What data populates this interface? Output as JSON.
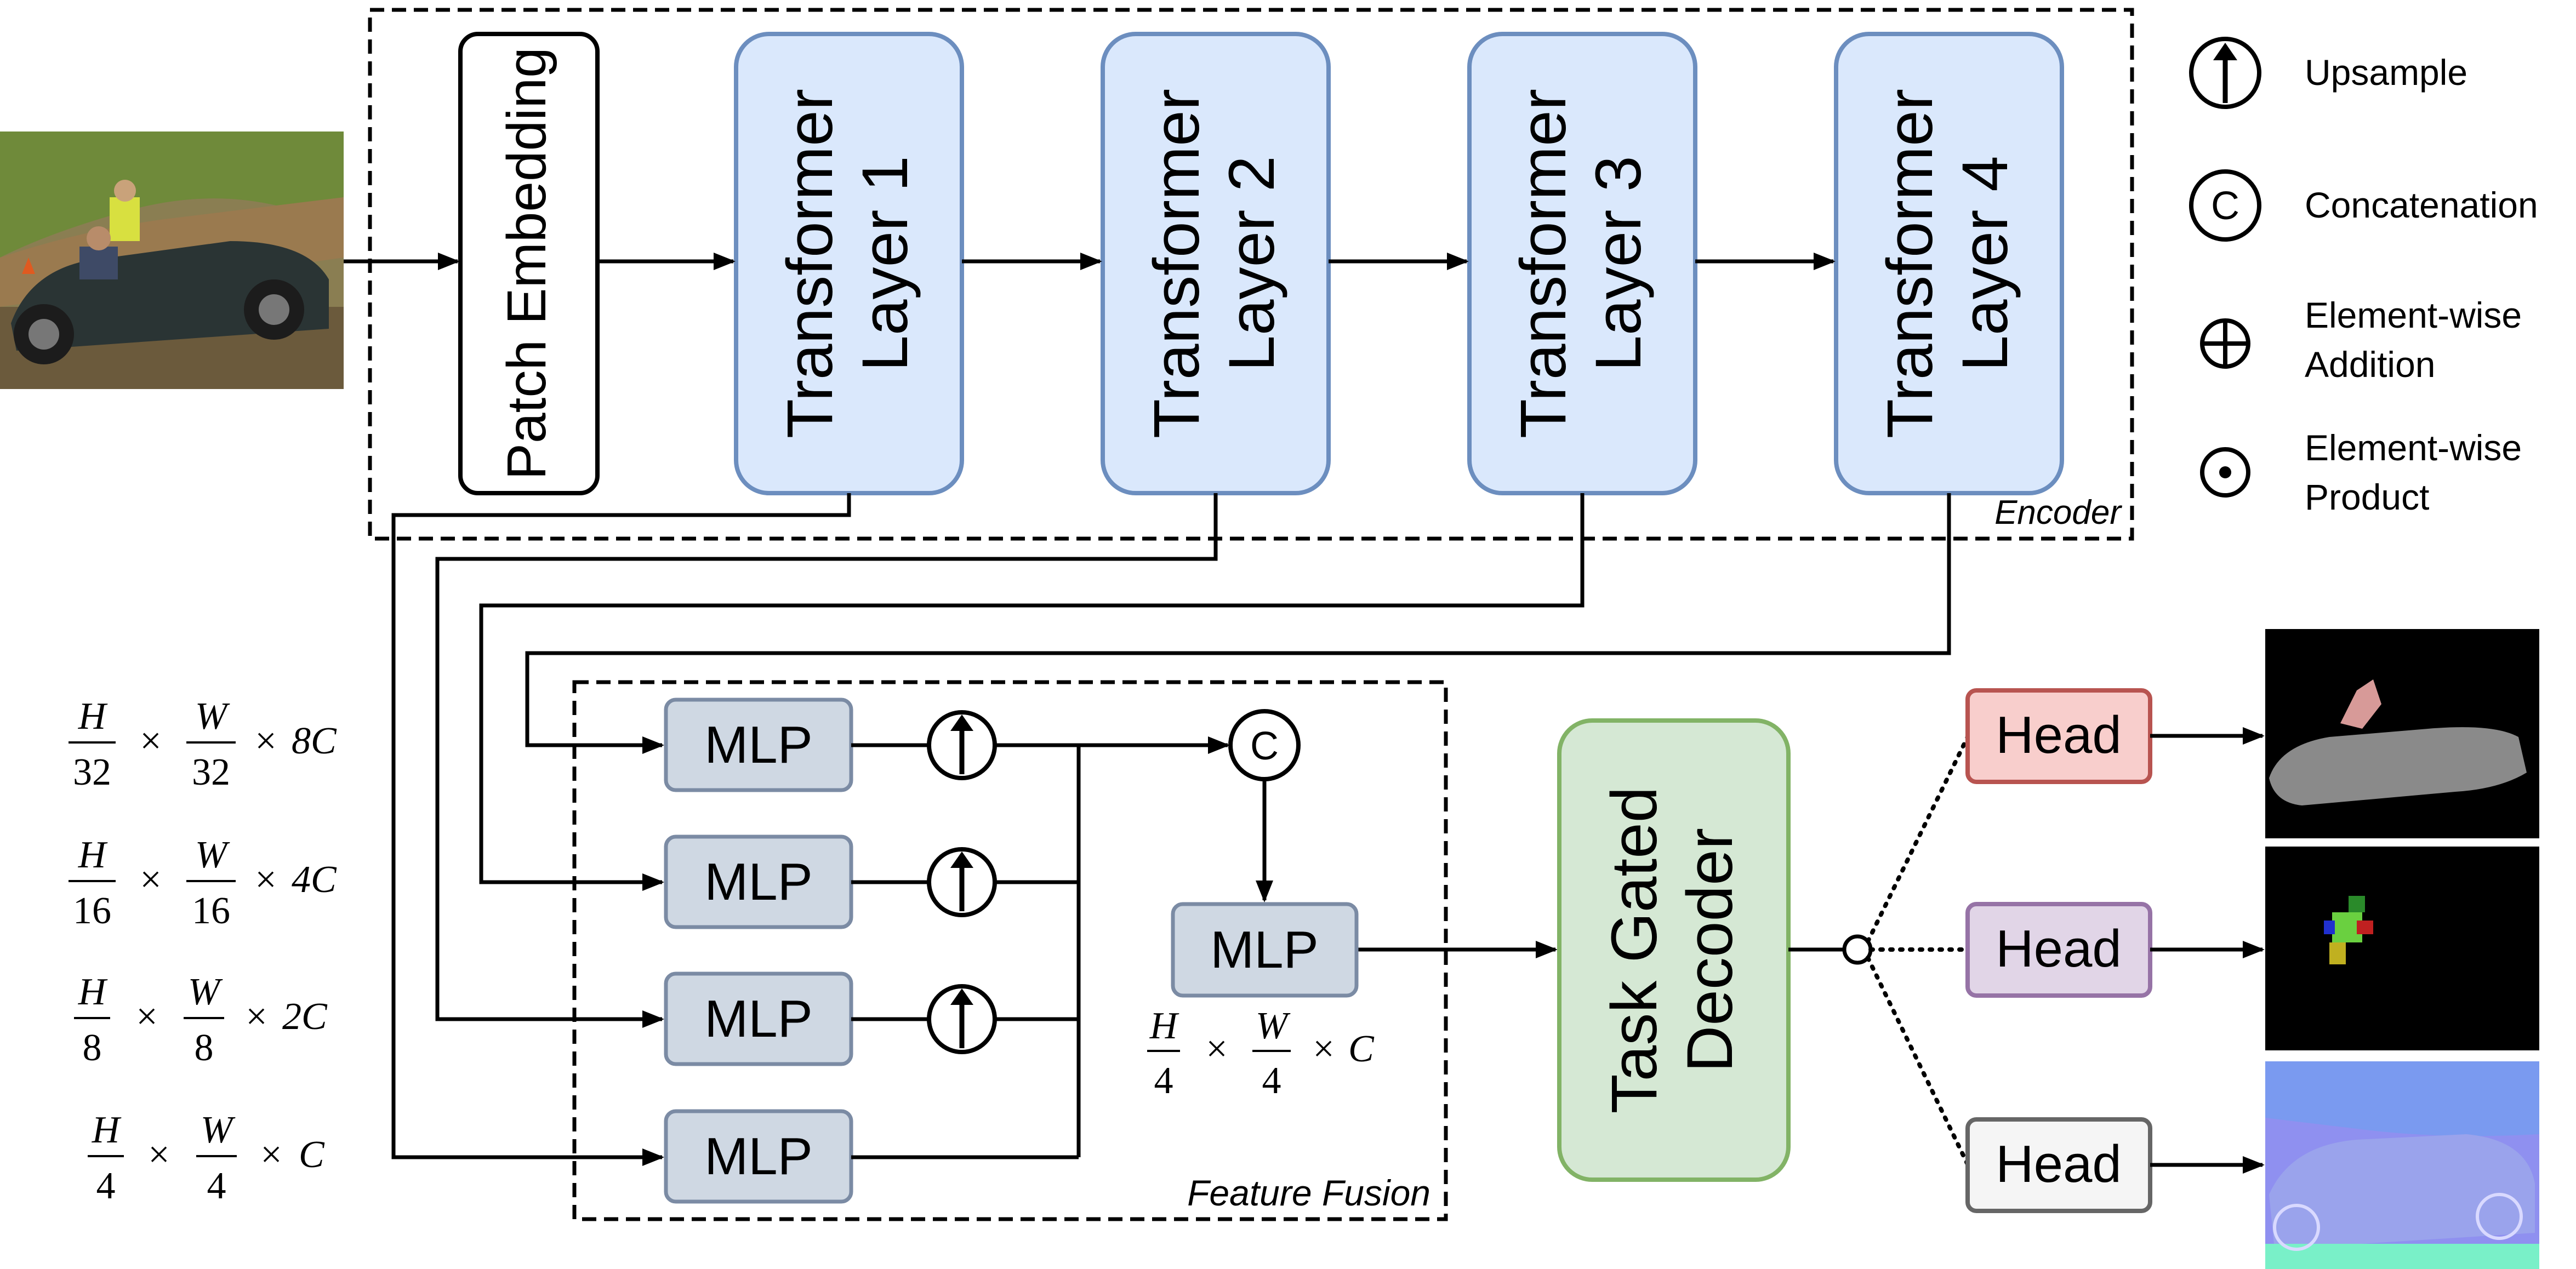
{
  "encoder": {
    "title": "Encoder",
    "patch_embedding": "Patch Embedding",
    "layers": [
      {
        "line1": "Transformer",
        "line2": "Layer 1"
      },
      {
        "line1": "Transformer",
        "line2": "Layer 2"
      },
      {
        "line1": "Transformer",
        "line2": "Layer 3"
      },
      {
        "line1": "Transformer",
        "line2": "Layer 4"
      }
    ]
  },
  "legend": {
    "upsample": "Upsample",
    "concatenation": "Concatenation",
    "concat_symbol": "C",
    "addition_line1": "Element-wise",
    "addition_line2": "Addition",
    "product_line1": "Element-wise",
    "product_line2": "Product"
  },
  "fusion": {
    "title": "Feature Fusion",
    "mlp_labels": [
      "MLP",
      "MLP",
      "MLP",
      "MLP"
    ],
    "final_mlp": "MLP",
    "concat_symbol": "C"
  },
  "scales": [
    {
      "h": "H",
      "hd": "32",
      "w": "W",
      "wd": "32",
      "c": "8C"
    },
    {
      "h": "H",
      "hd": "16",
      "w": "W",
      "wd": "16",
      "c": "4C"
    },
    {
      "h": "H",
      "hd": "8",
      "w": "W",
      "wd": "8",
      "c": "2C"
    },
    {
      "h": "H",
      "hd": "4",
      "w": "W",
      "wd": "4",
      "c": "C"
    }
  ],
  "fused_scale": {
    "h": "H",
    "hd": "4",
    "w": "W",
    "wd": "4",
    "c": "C"
  },
  "decoder": {
    "line1": "Task Gated",
    "line2": "Decoder"
  },
  "heads": [
    "Head",
    "Head",
    "Head"
  ],
  "colors": {
    "transformer_fill": "#dae8fc",
    "transformer_stroke": "#6c8ebf",
    "mlp_fill": "#cfd8e3",
    "mlp_stroke": "#7b8ba4",
    "decoder_fill": "#d5e8d4",
    "decoder_stroke": "#82b366",
    "head1_fill": "#f8cecc",
    "head1_stroke": "#b85450",
    "head2_fill": "#e1d5e7",
    "head2_stroke": "#9673a6",
    "head3_fill": "#f5f5f5",
    "head3_stroke": "#666666"
  }
}
